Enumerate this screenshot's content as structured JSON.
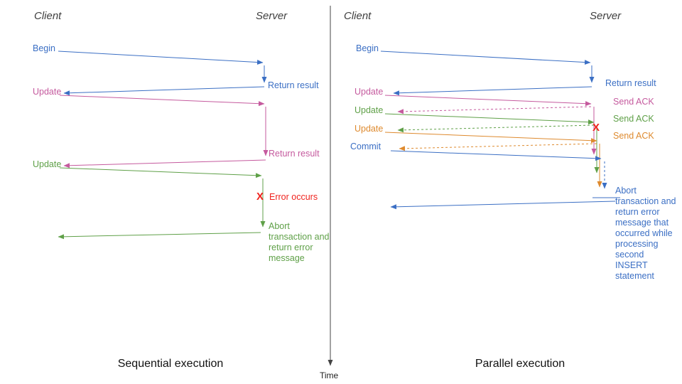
{
  "palette": {
    "blue": "#3B6FC4",
    "pink": "#C55A9E",
    "green": "#5FA048",
    "orange": "#DE8A2E",
    "red": "#F0231E",
    "heading": "#3F3F3F",
    "axis": "#444444"
  },
  "time_axis": {
    "label": "Time"
  },
  "sequential": {
    "title": "Sequential execution",
    "client": "Client",
    "server": "Server",
    "begin": "Begin",
    "return_result_1": "Return result",
    "update_1": "Update",
    "return_result_2": "Return result",
    "update_2": "Update",
    "error_marker": "X",
    "error_label": "Error occurs",
    "abort_label": "Abort transaction and return error message"
  },
  "parallel": {
    "title": "Parallel execution",
    "client": "Client",
    "server": "Server",
    "begin": "Begin",
    "return_result": "Return result",
    "update_1": "Update",
    "ack_1": "Send ACK",
    "update_2": "Update",
    "ack_2": "Send ACK",
    "update_3": "Update",
    "ack_3": "Send ACK",
    "commit": "Commit",
    "error_marker": "X",
    "abort_label": "Abort transaction and return error message that occurred while processing second INSERT statement"
  }
}
